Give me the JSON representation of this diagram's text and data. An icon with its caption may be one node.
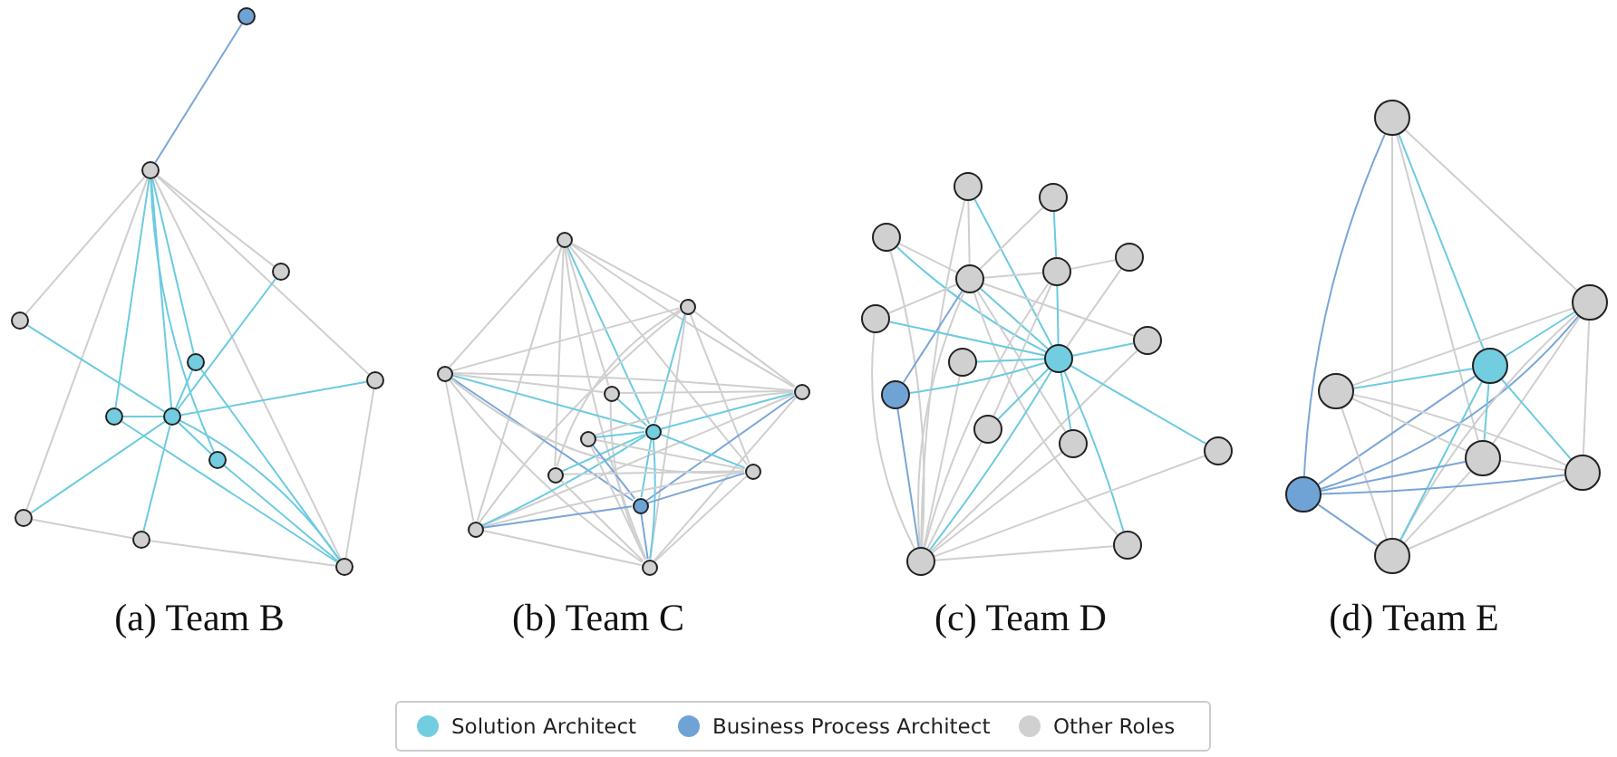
{
  "diagram": {
    "nodes": [
      {
        "text": [],
        "shape": "circle"
      },
      {
        "text": [],
        "shape": "circle"
      },
      {
        "text": [],
        "shape": "circle"
      },
      {
        "text": [],
        "shape": "circle"
      },
      {
        "text": [],
        "shape": "circle"
      },
      {
        "text": [],
        "shape": "circle"
      },
      {
        "text": [],
        "shape": "circle"
      },
      {
        "text": [],
        "shape": "circle"
      },
      {
        "text": [],
        "shape": "circle"
      },
      {
        "text": [],
        "shape": "circle"
      },
      {
        "text": [],
        "shape": "circle"
      },
      {
        "text": [],
        "shape": "circle"
      },
      {
        "text": [],
        "shape": "circle"
      },
      {
        "text": [],
        "shape": "circle"
      },
      {
        "text": [],
        "shape": "circle"
      },
      {
        "text": [],
        "shape": "circle"
      },
      {
        "text": [],
        "shape": "circle"
      },
      {
        "text": [],
        "shape": "circle"
      },
      {
        "text": [],
        "shape": "circle"
      },
      {
        "text": [],
        "shape": "circle"
      },
      {
        "text": [],
        "shape": "circle"
      },
      {
        "text": [],
        "shape": "circle"
      },
      {
        "text": [],
        "shape": "circle"
      },
      {
        "text": [],
        "shape": "circle"
      },
      {
        "text": [],
        "shape": "circle"
      },
      {
        "text": [],
        "shape": "circle"
      },
      {
        "text": [],
        "shape": "circle"
      },
      {
        "text": [],
        "shape": "circle"
      },
      {
        "text": [],
        "shape": "circle"
      },
      {
        "text": [],
        "shape": "circle"
      },
      {
        "text": [],
        "shape": "circle"
      },
      {
        "text": [],
        "shape": "circle"
      },
      {
        "text": [],
        "shape": "circle"
      },
      {
        "text": [],
        "shape": "circle"
      },
      {
        "text": [],
        "shape": "circle"
      },
      {
        "text": [],
        "shape": "circle"
      },
      {
        "text": [],
        "shape": "circle"
      },
      {
        "text": [],
        "shape": "circle"
      },
      {
        "text": [],
        "shape": "circle"
      },
      {
        "text": [],
        "shape": "circle"
      },
      {
        "text": [],
        "shape": "circle"
      },
      {
        "text": [],
        "shape": "circle"
      },
      {
        "text": [],
        "shape": "circle"
      },
      {
        "text": [],
        "shape": "circle"
      },
      {
        "text": [],
        "shape": "circle"
      },
      {
        "text": [],
        "shape": "circle"
      },
      {
        "text": [],
        "shape": "circle"
      },
      {
        "text": [],
        "shape": "circle"
      }
    ],
    "edges": [
      {
        "from": 0,
        "to": 1,
        "arrow": "none",
        "color": "#7aa6d8"
      },
      {
        "from": 1,
        "to": 3,
        "arrow": "none"
      },
      {
        "from": 1,
        "to": 9,
        "arrow": "none"
      },
      {
        "from": 1,
        "to": 6,
        "arrow": "none",
        "color": "#6ccbe0"
      },
      {
        "from": 1,
        "to": 7,
        "arrow": "none",
        "color": "#6ccbe0"
      },
      {
        "from": 1,
        "to": 4,
        "arrow": "none",
        "color": "#6ccbe0"
      },
      {
        "from": 1,
        "to": 8,
        "arrow": "none",
        "color": "#6ccbe0"
      },
      {
        "from": 1,
        "to": 11,
        "arrow": "none"
      },
      {
        "from": 1,
        "to": 2,
        "arrow": "none"
      },
      {
        "from": 1,
        "to": 5,
        "arrow": "none"
      },
      {
        "from": 3,
        "to": 7,
        "arrow": "none",
        "color": "#6ccbe0"
      },
      {
        "from": 2,
        "to": 7,
        "arrow": "none",
        "color": "#6ccbe0"
      },
      {
        "from": 9,
        "to": 7,
        "arrow": "none",
        "color": "#6ccbe0"
      },
      {
        "from": 7,
        "to": 10,
        "arrow": "none",
        "color": "#6ccbe0"
      },
      {
        "from": 6,
        "to": 7,
        "arrow": "none",
        "color": "#6ccbe0"
      },
      {
        "from": 6,
        "to": 11,
        "arrow": "none",
        "color": "#6ccbe0"
      },
      {
        "from": 7,
        "to": 5,
        "arrow": "none",
        "color": "#6ccbe0"
      },
      {
        "from": 7,
        "to": 8,
        "arrow": "none",
        "color": "#6ccbe0"
      },
      {
        "from": 7,
        "to": 11,
        "arrow": "none",
        "color": "#6ccbe0"
      },
      {
        "from": 8,
        "to": 11,
        "arrow": "none",
        "color": "#6ccbe0"
      },
      {
        "from": 4,
        "to": 11,
        "arrow": "none",
        "color": "#6ccbe0"
      },
      {
        "from": 4,
        "to": 7,
        "arrow": "none",
        "color": "#6ccbe0"
      },
      {
        "from": 5,
        "to": 11,
        "arrow": "none"
      },
      {
        "from": 9,
        "to": 10,
        "arrow": "none"
      },
      {
        "from": 10,
        "to": 11,
        "arrow": "none"
      },
      {
        "from": 12,
        "to": 14,
        "arrow": "none"
      },
      {
        "from": 12,
        "to": 17,
        "arrow": "none",
        "color": "#6ccbe0"
      },
      {
        "from": 12,
        "to": 13,
        "arrow": "none"
      },
      {
        "from": 12,
        "to": 16,
        "arrow": "none"
      },
      {
        "from": 12,
        "to": 23,
        "arrow": "none"
      },
      {
        "from": 12,
        "to": 19,
        "arrow": "none"
      },
      {
        "from": 12,
        "to": 20,
        "arrow": "none"
      },
      {
        "from": 12,
        "to": 15,
        "arrow": "none"
      },
      {
        "from": 12,
        "to": 22,
        "arrow": "none"
      },
      {
        "from": 13,
        "to": 17,
        "arrow": "none",
        "color": "#6ccbe0"
      },
      {
        "from": 13,
        "to": 14,
        "arrow": "none"
      },
      {
        "from": 13,
        "to": 16,
        "arrow": "none"
      },
      {
        "from": 13,
        "to": 22,
        "arrow": "none"
      },
      {
        "from": 13,
        "to": 23,
        "arrow": "none"
      },
      {
        "from": 13,
        "to": 20,
        "arrow": "none"
      },
      {
        "from": 13,
        "to": 19,
        "arrow": "none"
      },
      {
        "from": 14,
        "to": 17,
        "arrow": "none",
        "color": "#6ccbe0"
      },
      {
        "from": 14,
        "to": 21,
        "arrow": "none",
        "color": "#7aa6d8"
      },
      {
        "from": 14,
        "to": 16,
        "arrow": "none"
      },
      {
        "from": 14,
        "to": 22,
        "arrow": "none"
      },
      {
        "from": 14,
        "to": 23,
        "arrow": "none"
      },
      {
        "from": 14,
        "to": 20,
        "arrow": "none"
      },
      {
        "from": 14,
        "to": 15,
        "arrow": "none"
      },
      {
        "from": 15,
        "to": 17,
        "arrow": "none",
        "color": "#6ccbe0"
      },
      {
        "from": 15,
        "to": 23,
        "arrow": "none"
      },
      {
        "from": 15,
        "to": 16,
        "arrow": "none"
      },
      {
        "from": 16,
        "to": 17,
        "arrow": "none",
        "color": "#6ccbe0"
      },
      {
        "from": 16,
        "to": 21,
        "arrow": "none",
        "color": "#7aa6d8"
      },
      {
        "from": 16,
        "to": 22,
        "arrow": "none"
      },
      {
        "from": 16,
        "to": 23,
        "arrow": "none"
      },
      {
        "from": 16,
        "to": 18,
        "arrow": "none"
      },
      {
        "from": 17,
        "to": 18,
        "arrow": "none",
        "color": "#6ccbe0"
      },
      {
        "from": 17,
        "to": 20,
        "arrow": "none",
        "color": "#6ccbe0"
      },
      {
        "from": 17,
        "to": 22,
        "arrow": "none",
        "color": "#6ccbe0"
      },
      {
        "from": 17,
        "to": 23,
        "arrow": "none",
        "color": "#6ccbe0"
      },
      {
        "from": 17,
        "to": 21,
        "arrow": "none",
        "color": "#6ccbe0"
      },
      {
        "from": 17,
        "to": 19,
        "arrow": "none",
        "color": "#6ccbe0"
      },
      {
        "from": 18,
        "to": 21,
        "arrow": "none",
        "color": "#7aa6d8"
      },
      {
        "from": 18,
        "to": 20,
        "arrow": "none"
      },
      {
        "from": 18,
        "to": 23,
        "arrow": "none"
      },
      {
        "from": 19,
        "to": 20,
        "arrow": "none"
      },
      {
        "from": 19,
        "to": 23,
        "arrow": "none"
      },
      {
        "from": 20,
        "to": 21,
        "arrow": "none",
        "color": "#7aa6d8"
      },
      {
        "from": 20,
        "to": 22,
        "arrow": "none"
      },
      {
        "from": 20,
        "to": 23,
        "arrow": "none"
      },
      {
        "from": 21,
        "to": 22,
        "arrow": "none",
        "color": "#7aa6d8"
      },
      {
        "from": 21,
        "to": 23,
        "arrow": "none",
        "color": "#7aa6d8"
      },
      {
        "from": 22,
        "to": 23,
        "arrow": "none"
      },
      {
        "from": 24,
        "to": 33,
        "arrow": "none",
        "color": "#6ccbe0"
      },
      {
        "from": 24,
        "to": 28,
        "arrow": "none"
      },
      {
        "from": 24,
        "to": 39,
        "arrow": "none"
      },
      {
        "from": 25,
        "to": 29,
        "arrow": "none",
        "color": "#6ccbe0"
      },
      {
        "from": 25,
        "to": 28,
        "arrow": "none"
      },
      {
        "from": 26,
        "to": 33,
        "arrow": "none",
        "color": "#6ccbe0"
      },
      {
        "from": 26,
        "to": 28,
        "arrow": "none"
      },
      {
        "from": 26,
        "to": 39,
        "arrow": "none"
      },
      {
        "from": 27,
        "to": 33,
        "arrow": "none"
      },
      {
        "from": 27,
        "to": 29,
        "arrow": "none"
      },
      {
        "from": 28,
        "to": 29,
        "arrow": "none"
      },
      {
        "from": 28,
        "to": 33,
        "arrow": "none",
        "color": "#6ccbe0"
      },
      {
        "from": 28,
        "to": 30,
        "arrow": "none"
      },
      {
        "from": 28,
        "to": 34,
        "arrow": "none",
        "color": "#7aa6d8"
      },
      {
        "from": 28,
        "to": 39,
        "arrow": "none"
      },
      {
        "from": 28,
        "to": 36,
        "arrow": "none"
      },
      {
        "from": 28,
        "to": 38,
        "arrow": "none"
      },
      {
        "from": 28,
        "to": 31,
        "arrow": "none"
      },
      {
        "from": 29,
        "to": 33,
        "arrow": "none",
        "color": "#6ccbe0"
      },
      {
        "from": 29,
        "to": 35,
        "arrow": "none"
      },
      {
        "from": 29,
        "to": 39,
        "arrow": "none"
      },
      {
        "from": 30,
        "to": 33,
        "arrow": "none",
        "color": "#6ccbe0"
      },
      {
        "from": 30,
        "to": 39,
        "arrow": "none"
      },
      {
        "from": 31,
        "to": 33,
        "arrow": "none",
        "color": "#6ccbe0"
      },
      {
        "from": 31,
        "to": 39,
        "arrow": "none"
      },
      {
        "from": 32,
        "to": 33,
        "arrow": "none",
        "color": "#6ccbe0"
      },
      {
        "from": 32,
        "to": 39,
        "arrow": "none"
      },
      {
        "from": 33,
        "to": 34,
        "arrow": "none",
        "color": "#6ccbe0"
      },
      {
        "from": 33,
        "to": 35,
        "arrow": "none",
        "color": "#6ccbe0"
      },
      {
        "from": 33,
        "to": 36,
        "arrow": "none",
        "color": "#6ccbe0"
      },
      {
        "from": 33,
        "to": 37,
        "arrow": "none",
        "color": "#6ccbe0"
      },
      {
        "from": 33,
        "to": 38,
        "arrow": "none",
        "color": "#6ccbe0"
      },
      {
        "from": 33,
        "to": 39,
        "arrow": "none",
        "color": "#6ccbe0"
      },
      {
        "from": 34,
        "to": 39,
        "arrow": "none",
        "color": "#7aa6d8"
      },
      {
        "from": 35,
        "to": 39,
        "arrow": "none"
      },
      {
        "from": 36,
        "to": 39,
        "arrow": "none"
      },
      {
        "from": 37,
        "to": 39,
        "arrow": "none"
      },
      {
        "from": 38,
        "to": 39,
        "arrow": "none"
      },
      {
        "from": 40,
        "to": 46,
        "arrow": "none",
        "color": "#7aa6d8"
      },
      {
        "from": 40,
        "to": 42,
        "arrow": "none",
        "color": "#6ccbe0"
      },
      {
        "from": 40,
        "to": 41,
        "arrow": "none"
      },
      {
        "from": 40,
        "to": 47,
        "arrow": "none"
      },
      {
        "from": 40,
        "to": 44,
        "arrow": "none"
      },
      {
        "from": 41,
        "to": 42,
        "arrow": "none",
        "color": "#6ccbe0"
      },
      {
        "from": 41,
        "to": 46,
        "arrow": "none",
        "color": "#7aa6d8"
      },
      {
        "from": 41,
        "to": 43,
        "arrow": "none"
      },
      {
        "from": 41,
        "to": 44,
        "arrow": "none"
      },
      {
        "from": 41,
        "to": 47,
        "arrow": "none"
      },
      {
        "from": 41,
        "to": 45,
        "arrow": "none"
      },
      {
        "from": 42,
        "to": 43,
        "arrow": "none",
        "color": "#6ccbe0"
      },
      {
        "from": 42,
        "to": 46,
        "arrow": "none",
        "color": "#7aa6d8"
      },
      {
        "from": 42,
        "to": 44,
        "arrow": "none",
        "color": "#6ccbe0"
      },
      {
        "from": 42,
        "to": 45,
        "arrow": "none",
        "color": "#6ccbe0"
      },
      {
        "from": 42,
        "to": 47,
        "arrow": "none",
        "color": "#6ccbe0"
      },
      {
        "from": 43,
        "to": 44,
        "arrow": "none"
      },
      {
        "from": 43,
        "to": 45,
        "arrow": "none"
      },
      {
        "from": 43,
        "to": 47,
        "arrow": "none"
      },
      {
        "from": 44,
        "to": 46,
        "arrow": "none",
        "color": "#7aa6d8"
      },
      {
        "from": 44,
        "to": 45,
        "arrow": "none"
      },
      {
        "from": 44,
        "to": 47,
        "arrow": "none"
      },
      {
        "from": 45,
        "to": 46,
        "arrow": "none",
        "color": "#7aa6d8"
      },
      {
        "from": 45,
        "to": 47,
        "arrow": "none"
      },
      {
        "from": 46,
        "to": 47,
        "arrow": "none",
        "color": "#7aa6d8"
      }
    ],
    "labels": [
      "(a) Team B",
      "(b) Team C",
      "(c) Team D",
      "(d) Team E"
    ],
    "legend": [
      {
        "text": "Solution Architect",
        "color": "#72cde0"
      },
      {
        "text": "Business Process Architect",
        "color": "#6fa3d5"
      },
      {
        "text": "Other Roles",
        "color": "#d0d0d0"
      }
    ]
  }
}
